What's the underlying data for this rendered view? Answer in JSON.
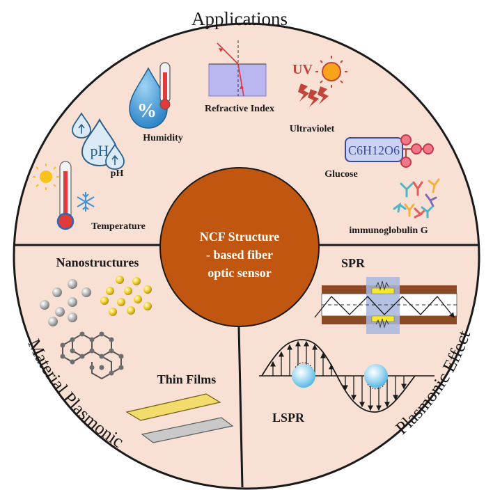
{
  "center": {
    "line1": "NCF Structure",
    "line2": "- based fiber",
    "line3": "optic sensor"
  },
  "sections": {
    "top": "Applications",
    "left": "Material Plasmonic",
    "right": "Plasmonic Effect"
  },
  "applications": {
    "refractive_index": "Refractive Index",
    "humidity": "Humidity",
    "ultraviolet": "Ultraviolet",
    "uv_glyph": "UV",
    "ph": "pH",
    "ph_glyph": "pH",
    "humidity_glyph": "%",
    "glucose": "Glucose",
    "glucose_formula": "C6H12O6",
    "temperature": "Temperature",
    "igg": "immunoglobulin G"
  },
  "materials": {
    "nanostructures": "Nanostructures",
    "thin_films": "Thin Films"
  },
  "effects": {
    "spr": "SPR",
    "lspr": "LSPR"
  },
  "colors": {
    "disk_fill": "#f8e1d4",
    "center_fill": "#c0560f",
    "outline": "#1a1a1a",
    "gold_film": "#f2dc6b",
    "silver_film": "#c9c9c9"
  }
}
